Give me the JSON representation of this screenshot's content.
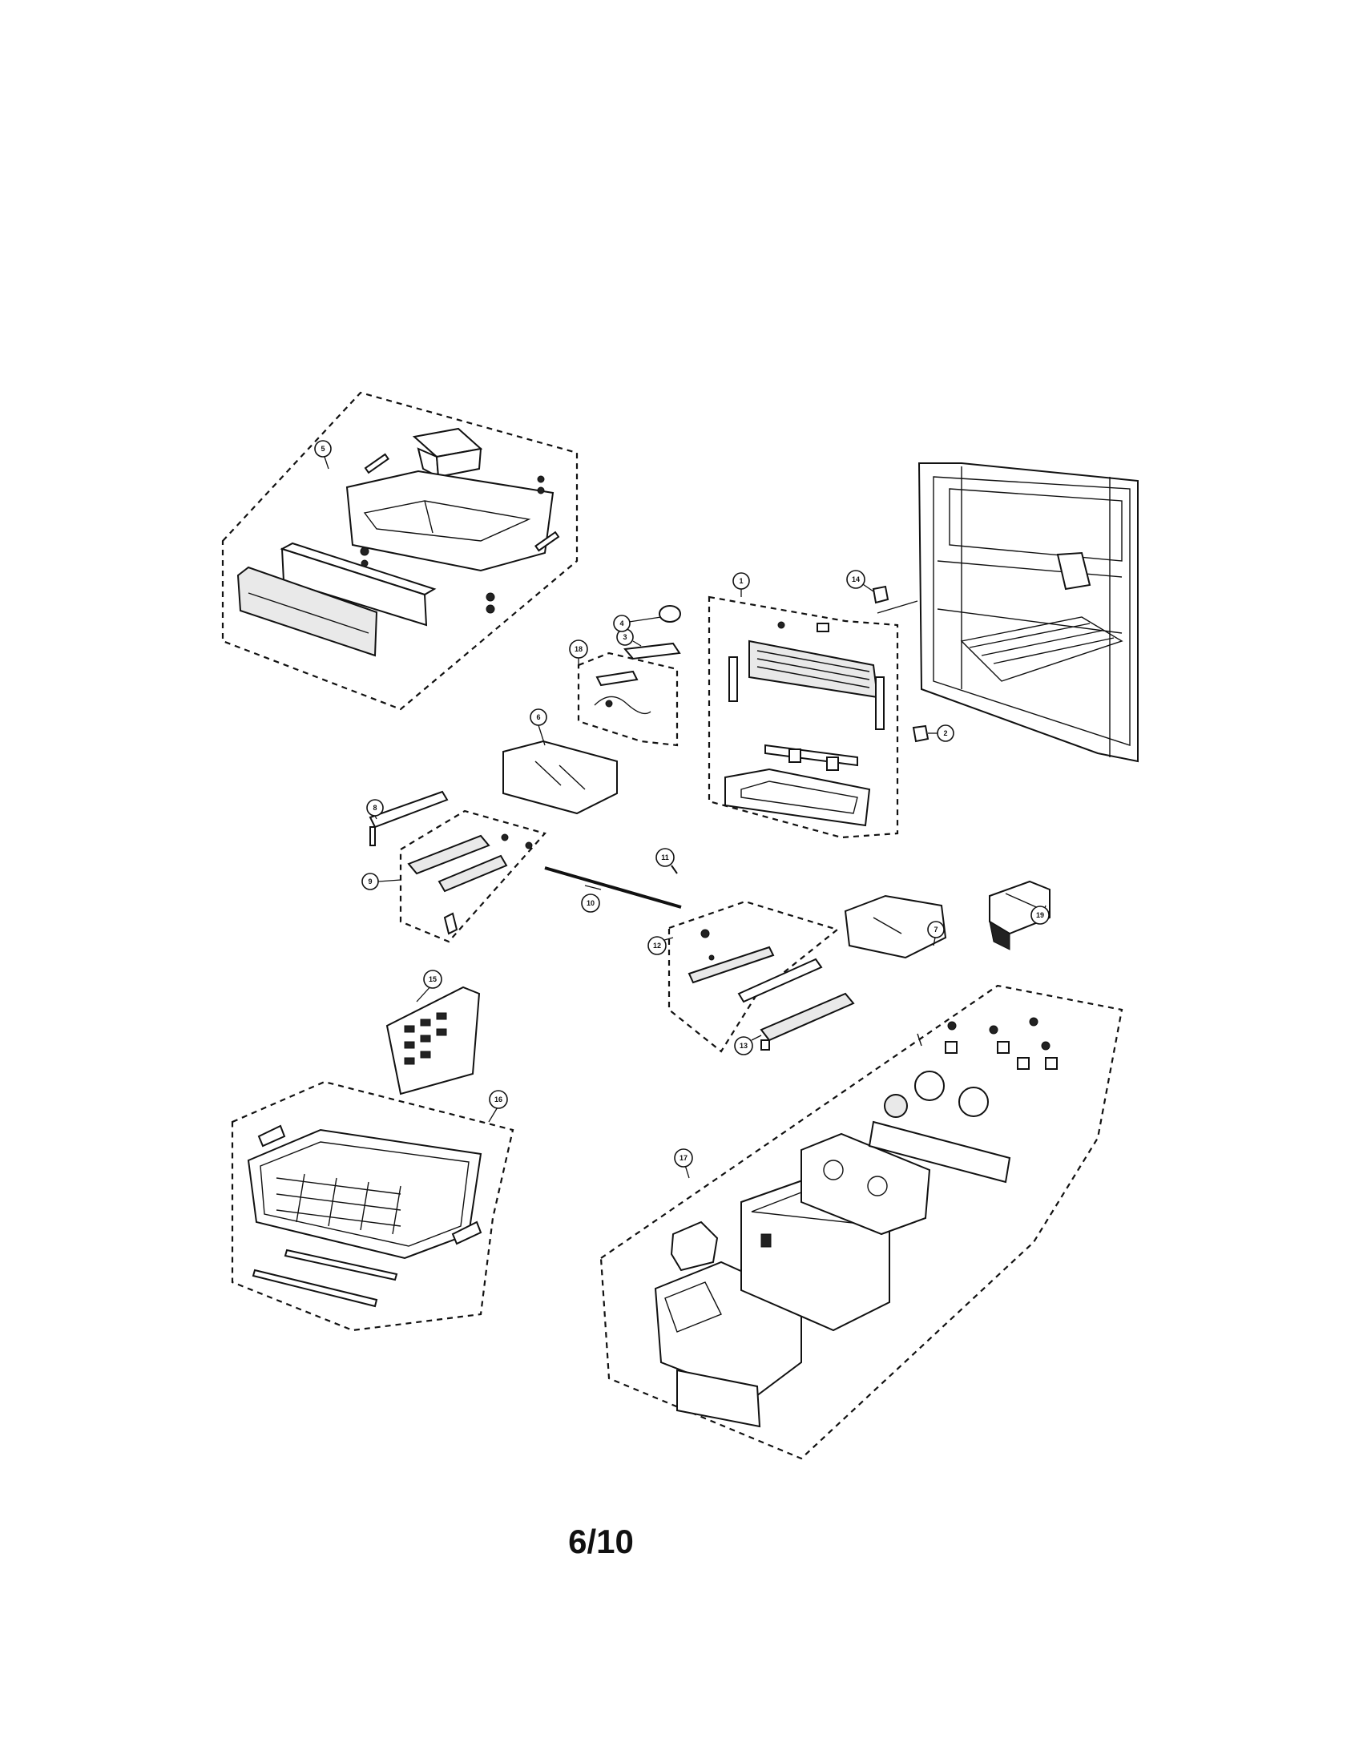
{
  "page": {
    "page_number": "6/10"
  },
  "callouts": [
    "1",
    "2",
    "3",
    "4",
    "5",
    "6",
    "7",
    "8",
    "9",
    "10",
    "11",
    "12",
    "13",
    "14",
    "15",
    "16",
    "17",
    "18",
    "19"
  ]
}
